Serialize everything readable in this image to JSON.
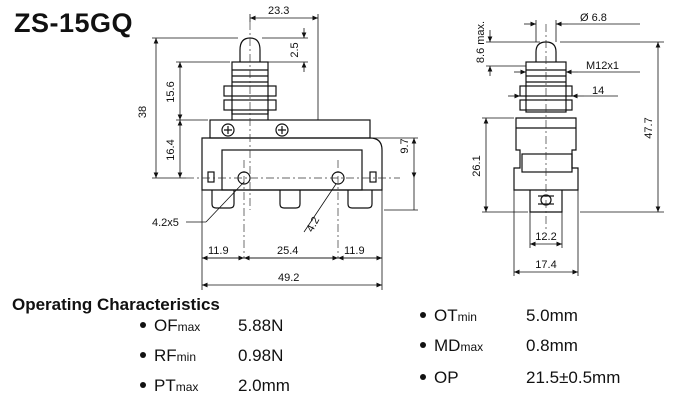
{
  "title": "ZS-15GQ",
  "dimensions": {
    "d_23_3": "23.3",
    "d_2_5": "2.5",
    "d_38": "38",
    "d_15_6": "15.6",
    "d_16_4": "16.4",
    "d_9_7": "9.7",
    "d_4_2x5": "4.2x5",
    "d_4_2": "4.2",
    "d_11_9a": "11.9",
    "d_25_4": "25.4",
    "d_11_9b": "11.9",
    "d_49_2": "49.2",
    "d_8_6max": "8.6 max.",
    "d_phi6_8": "Ø 6.8",
    "d_m12x1": "M12x1",
    "d_14": "14",
    "d_47_7": "47.7",
    "d_26_1": "26.1",
    "d_12_2": "12.2",
    "d_17_4": "17.4"
  },
  "operating": {
    "heading": "Operating Characteristics",
    "items": [
      {
        "main": "OF",
        "sub": "max",
        "value": "5.88N"
      },
      {
        "main": "RF",
        "sub": "min",
        "value": "0.98N"
      },
      {
        "main": "PT",
        "sub": "max",
        "value": "2.0mm"
      },
      {
        "main": "OT",
        "sub": "min",
        "value": "5.0mm"
      },
      {
        "main": "MD",
        "sub": "max",
        "value": "0.8mm"
      },
      {
        "main": "OP",
        "sub": "",
        "value": "21.5±0.5mm"
      }
    ]
  }
}
